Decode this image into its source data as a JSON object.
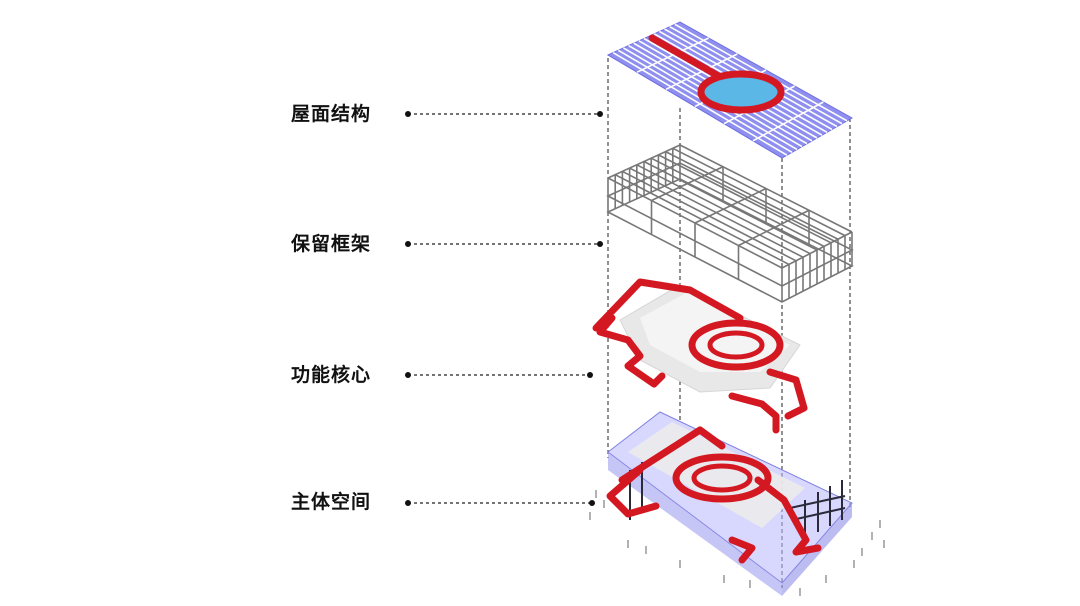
{
  "layers": [
    {
      "id": "roof",
      "label": "屋面结构"
    },
    {
      "id": "frame",
      "label": "保留框架"
    },
    {
      "id": "core",
      "label": "功能核心"
    },
    {
      "id": "volume",
      "label": "主体空间"
    }
  ],
  "colors": {
    "leader": "#222222",
    "roof_panel": "#8f8ff0",
    "roof_grid": "#ffffff",
    "red_structure": "#d41822",
    "pool": "#5bb8e6",
    "frame_line": "#777777",
    "glass": "#b8b8ff",
    "massing": "#e4e4e4"
  }
}
